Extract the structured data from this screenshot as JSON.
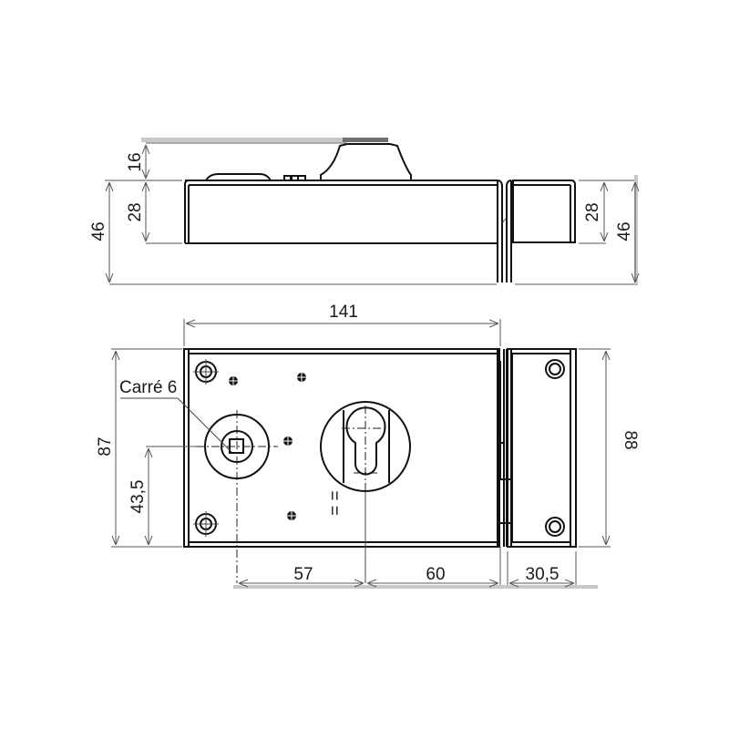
{
  "drawing": {
    "title": "Rim lock technical drawing",
    "top_view": {
      "dimensions": {
        "handle_height": "16",
        "body_height_left": "28",
        "total_height_left": "46",
        "keeper_height_right": "28",
        "total_height_right": "46"
      }
    },
    "front_view": {
      "dimensions": {
        "body_width": "141",
        "body_height": "87",
        "keeper_height": "88",
        "spindle_height": "43,5",
        "edge_to_spindle": "57",
        "spindle_to_cylinder": "60",
        "keeper_width": "30,5"
      },
      "labels": {
        "spindle_note": "Carré 6",
        "equal_mark": "= ="
      }
    },
    "colors": {
      "line": "#111111",
      "dimension": "#555555",
      "background": "#ffffff"
    }
  }
}
